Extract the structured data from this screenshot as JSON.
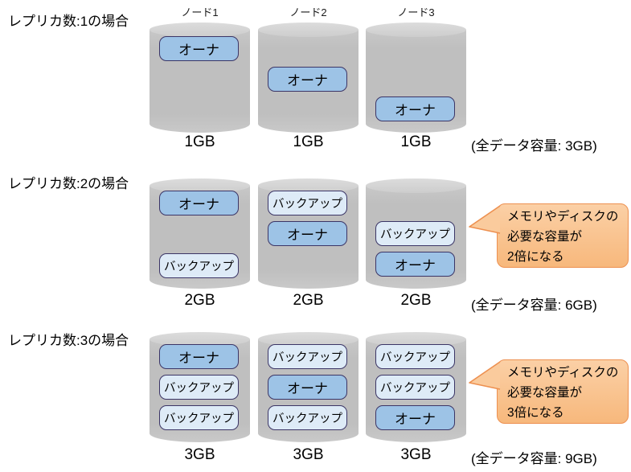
{
  "columns": [
    "ノード1",
    "ノード2",
    "ノード3"
  ],
  "sections": [
    {
      "label": "レプリカ数:1の場合",
      "total": "(全データ容量: 3GB)",
      "nodes": [
        {
          "capacity": "1GB",
          "boxes": [
            {
              "label": "オーナ",
              "type": "owner"
            }
          ]
        },
        {
          "capacity": "1GB",
          "boxes": [
            {
              "label": "オーナ",
              "type": "owner"
            }
          ]
        },
        {
          "capacity": "1GB",
          "boxes": [
            {
              "label": "オーナ",
              "type": "owner"
            }
          ]
        }
      ]
    },
    {
      "label": "レプリカ数:2の場合",
      "total": "(全データ容量: 6GB)",
      "callout": {
        "lines": [
          "メモリやディスクの",
          "必要な容量が",
          "2倍になる"
        ]
      },
      "nodes": [
        {
          "capacity": "2GB",
          "boxes": [
            {
              "label": "オーナ",
              "type": "owner"
            },
            {
              "label": "バックアップ",
              "type": "backup"
            }
          ]
        },
        {
          "capacity": "2GB",
          "boxes": [
            {
              "label": "バックアップ",
              "type": "backup"
            },
            {
              "label": "オーナ",
              "type": "owner"
            }
          ]
        },
        {
          "capacity": "2GB",
          "boxes": [
            {
              "label": "バックアップ",
              "type": "backup"
            },
            {
              "label": "オーナ",
              "type": "owner"
            }
          ]
        }
      ]
    },
    {
      "label": "レプリカ数:3の場合",
      "total": "(全データ容量: 9GB)",
      "callout": {
        "lines": [
          "メモリやディスクの",
          "必要な容量が",
          "3倍になる"
        ]
      },
      "nodes": [
        {
          "capacity": "3GB",
          "boxes": [
            {
              "label": "オーナ",
              "type": "owner"
            },
            {
              "label": "バックアップ",
              "type": "backup"
            },
            {
              "label": "バックアップ",
              "type": "backup"
            }
          ]
        },
        {
          "capacity": "3GB",
          "boxes": [
            {
              "label": "バックアップ",
              "type": "backup"
            },
            {
              "label": "オーナ",
              "type": "owner"
            },
            {
              "label": "バックアップ",
              "type": "backup"
            }
          ]
        },
        {
          "capacity": "3GB",
          "boxes": [
            {
              "label": "バックアップ",
              "type": "backup"
            },
            {
              "label": "バックアップ",
              "type": "backup"
            },
            {
              "label": "オーナ",
              "type": "owner"
            }
          ]
        }
      ]
    }
  ],
  "colors": {
    "owner_fill": "#9DC3E6",
    "backup_fill": "#DEEBF7",
    "box_border": "#3B3566",
    "cylinder_body": "#BFBFBF",
    "cylinder_top": "#CDCDCD",
    "callout_border": "#ED9050",
    "callout_top": "#FBD0A6",
    "callout_bottom": "#F7B87C",
    "callout_tail": "#FACB9D",
    "text": "#000000"
  }
}
